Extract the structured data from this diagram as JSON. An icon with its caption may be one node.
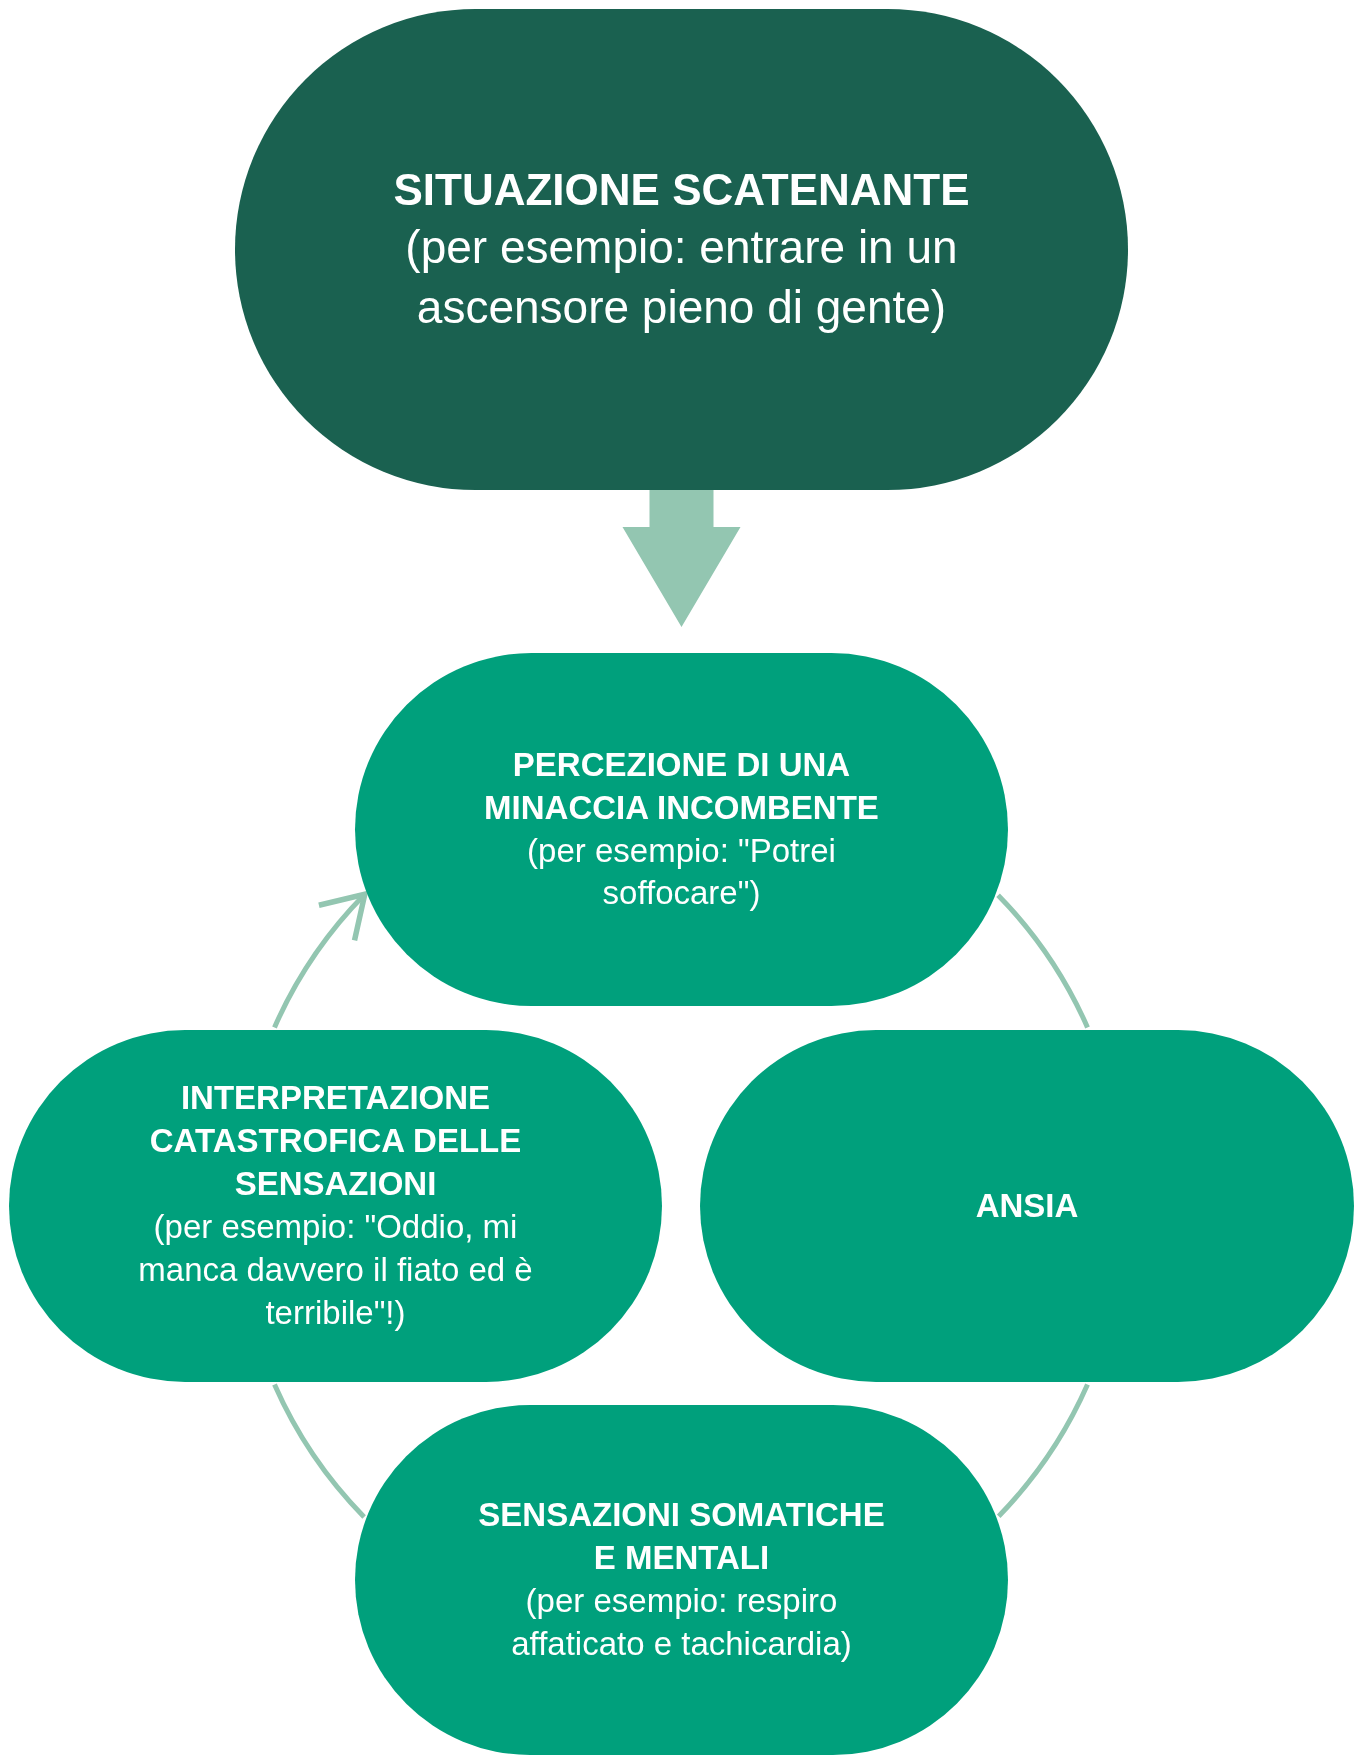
{
  "diagram": {
    "nodes": [
      {
        "text": [
          "SITUAZIONE SCATENANTE",
          "(per esempio: entrare in un ascensore pieno di gente)"
        ]
      },
      {
        "text": [
          "PERCEZIONE DI UNA MINACCIA INCOMBENTE",
          "(per esempio: \"Potrei soffocare\")"
        ]
      },
      {
        "text": [
          "INTERPRETAZIONE CATASTROFICA DELLE SENSAZIONI",
          "(per esempio: \"Oddio, mi manca davvero il fiato ed è terribile\"!)"
        ]
      },
      {
        "text": [
          "ANSIA"
        ]
      },
      {
        "text": [
          "SENSAZIONI SOMATICHE E MENTALI",
          "(per esempio: respiro affaticato e tachicardia)"
        ]
      }
    ],
    "edges": [
      {
        "from": 0,
        "to": 1,
        "arrow": "to",
        "style": "thick"
      },
      {
        "from": 1,
        "to": 3,
        "arrow": "none"
      },
      {
        "from": 3,
        "to": 4,
        "arrow": "none"
      },
      {
        "from": 4,
        "to": 2,
        "arrow": "none"
      },
      {
        "from": 2,
        "to": 1,
        "arrow": "to"
      }
    ]
  }
}
